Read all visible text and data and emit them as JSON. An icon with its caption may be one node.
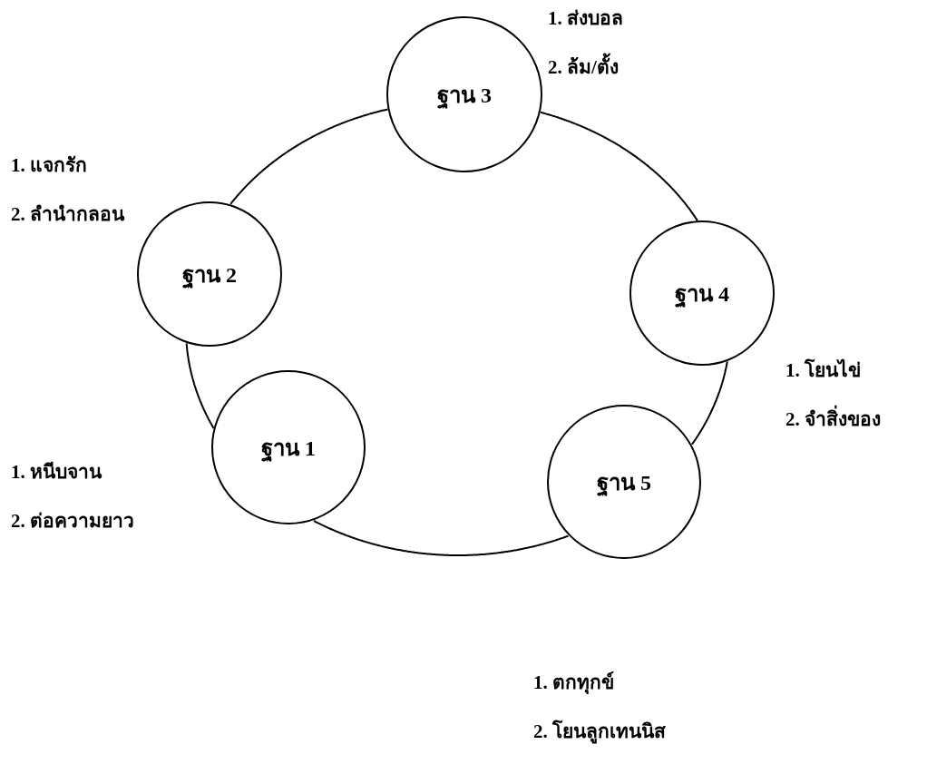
{
  "diagram": {
    "nodes": [
      {
        "text": [
          "ฐาน 3"
        ],
        "beside": [
          "1. ส่งบอล",
          "2. ล้ม/ตั้ง"
        ]
      },
      {
        "text": [
          "ฐาน 2"
        ],
        "beside": [
          "1. แจกรัก",
          "2. ลำนำกลอน"
        ]
      },
      {
        "text": [
          "ฐาน 4"
        ],
        "beside": [
          "1. โยนไข่",
          "2. จำสิ่งของ"
        ]
      },
      {
        "text": [
          "ฐาน 1"
        ],
        "beside": [
          "1. หนีบจาน",
          "2. ต่อความยาว"
        ]
      },
      {
        "text": [
          "ฐาน 5"
        ],
        "beside": [
          "1. ตกทุกข์",
          "2. โยนลูกเทนนิส"
        ]
      }
    ],
    "edges": [
      {
        "from": 3,
        "to": 1,
        "arrow": "none"
      },
      {
        "from": 1,
        "to": 0,
        "arrow": "none"
      },
      {
        "from": 0,
        "to": 2,
        "arrow": "none"
      },
      {
        "from": 2,
        "to": 4,
        "arrow": "none"
      },
      {
        "from": 4,
        "to": 3,
        "arrow": "none"
      }
    ]
  }
}
